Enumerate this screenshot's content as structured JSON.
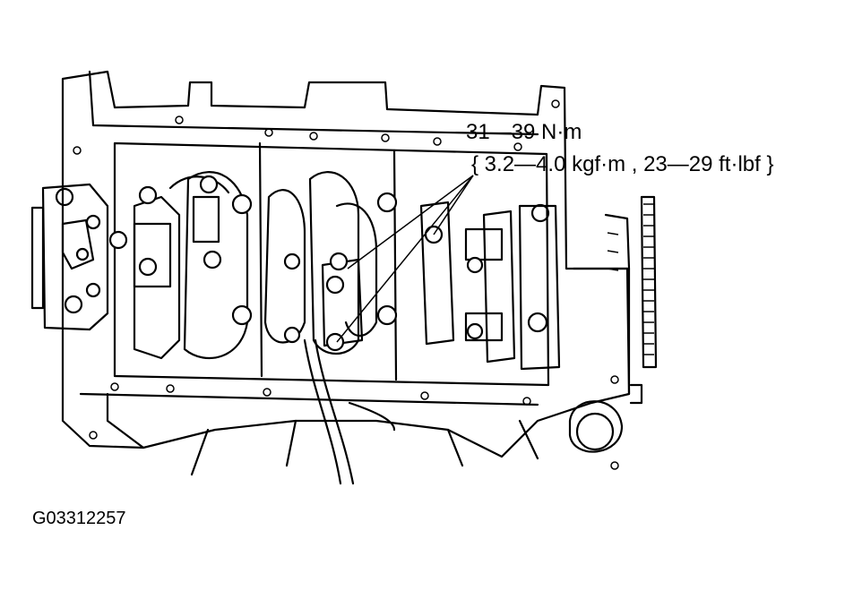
{
  "annotation": {
    "torque_nm": "31—39 N·m",
    "torque_alt": "{ 3.2—4.0 kgf·m , 23—29 ft·lbf }"
  },
  "figure_id": "G03312257"
}
